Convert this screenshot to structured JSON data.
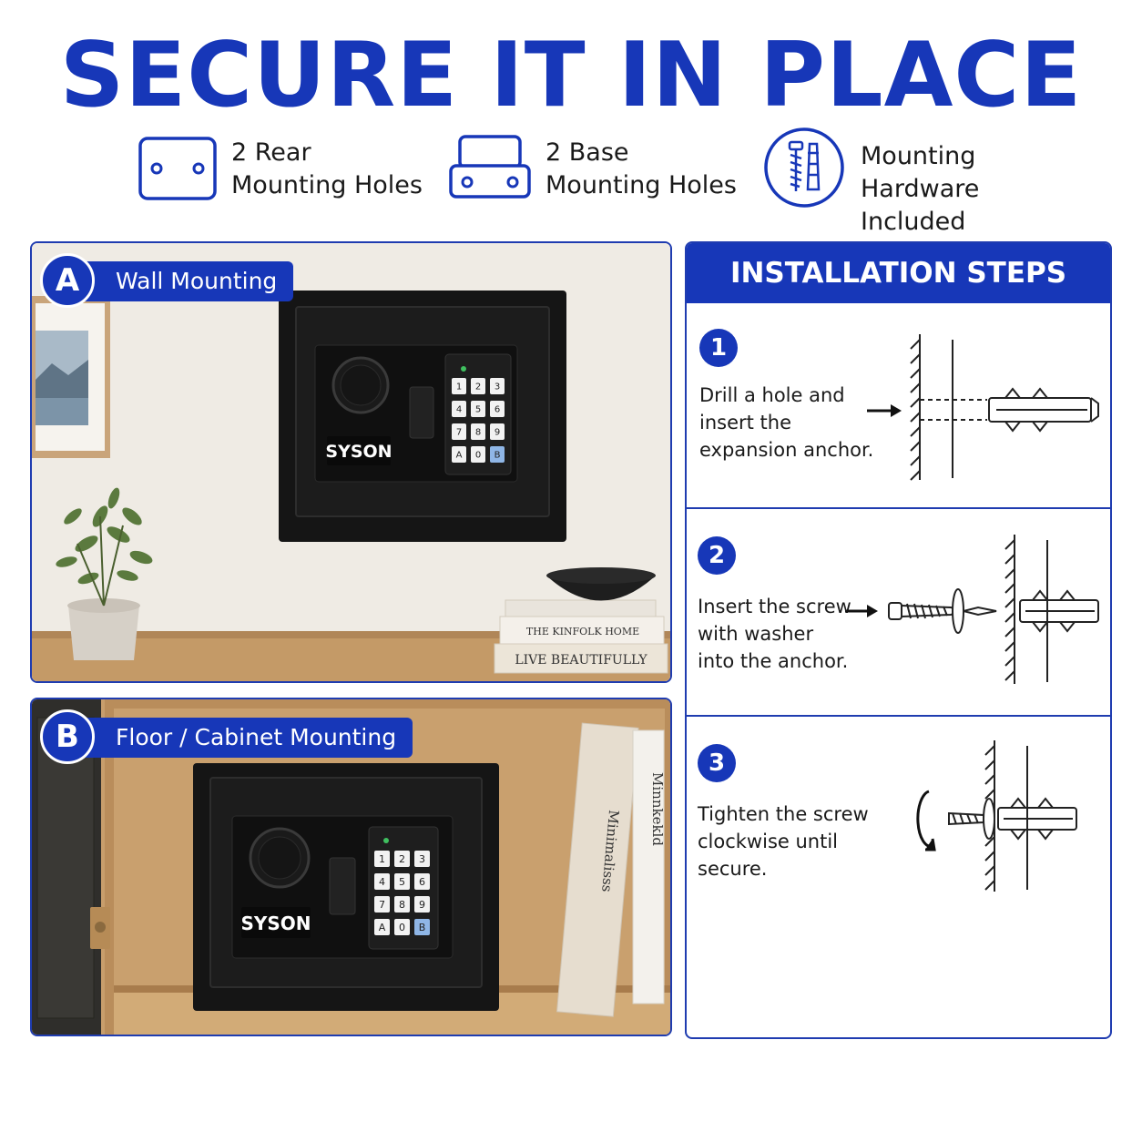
{
  "title": "SECURE IT IN PLACE",
  "features": [
    {
      "icon": "rear-mounting-holes-icon",
      "line1": "2 Rear",
      "line2": "Mounting Holes"
    },
    {
      "icon": "base-mounting-holes-icon",
      "line1": "2 Base",
      "line2": "Mounting Holes"
    },
    {
      "icon": "mounting-hardware-icon",
      "line1": "Mounting",
      "line2": "Hardware Included"
    }
  ],
  "panel_a": {
    "letter": "A",
    "label": "Wall Mounting",
    "safe_brand": "SYSON",
    "keypad": [
      "1",
      "2",
      "3",
      "4",
      "5",
      "6",
      "7",
      "8",
      "9",
      "A",
      "0",
      "B"
    ],
    "book1": "THE KINFOLK HOME",
    "book2": "LIVE BEAUTIFULLY"
  },
  "panel_b": {
    "letter": "B",
    "label": "Floor / Cabinet Mounting",
    "safe_brand": "SYSON",
    "keypad": [
      "1",
      "2",
      "3",
      "4",
      "5",
      "6",
      "7",
      "8",
      "9",
      "A",
      "0",
      "B"
    ],
    "book1": "Minimalisss",
    "book2": "Minnkekld"
  },
  "steps": {
    "heading": "INSTALLATION STEPS",
    "items": [
      {
        "number": "1",
        "text": "Drill a hole and\ninsert the\nexpansion anchor."
      },
      {
        "number": "2",
        "text": "Insert the screw\nwith washer\ninto the anchor."
      },
      {
        "number": "3",
        "text": "Tighten the screw\nclockwise until\nsecure."
      }
    ]
  },
  "colors": {
    "brand_blue": "#1737b8",
    "safe_black": "#151515",
    "wall": "#ece7df",
    "shelf_wood": "#c49a67"
  }
}
